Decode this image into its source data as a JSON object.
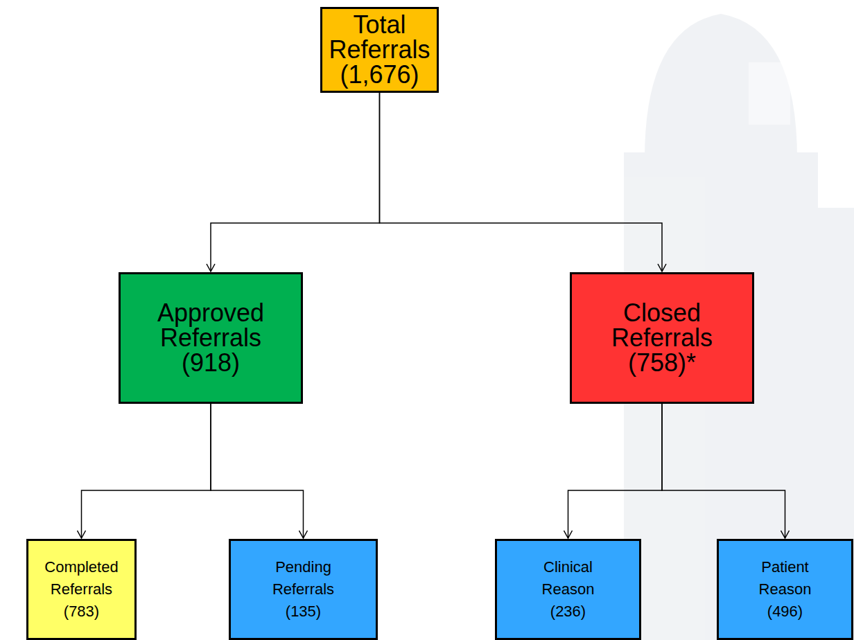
{
  "diagram": {
    "nodes": [
      {
        "text": [
          "Total Referrals (1,676)"
        ]
      },
      {
        "text": [
          "Approved Referrals (918)"
        ]
      },
      {
        "text": [
          "Closed Referrals (758)*"
        ]
      },
      {
        "text": [
          "Completed Referrals (783)"
        ]
      },
      {
        "text": [
          "Pending Referrals (135)"
        ]
      },
      {
        "text": [
          "Clinical Reason (236)"
        ]
      },
      {
        "text": [
          "Patient Reason (496)"
        ]
      }
    ],
    "edges": [
      {
        "from": 0,
        "to": 1,
        "arrow": "to"
      },
      {
        "from": 0,
        "to": 2,
        "arrow": "to"
      },
      {
        "from": 1,
        "to": 3,
        "arrow": "to"
      },
      {
        "from": 1,
        "to": 4,
        "arrow": "to"
      },
      {
        "from": 2,
        "to": 5,
        "arrow": "to"
      },
      {
        "from": 2,
        "to": 6,
        "arrow": "to"
      }
    ]
  }
}
